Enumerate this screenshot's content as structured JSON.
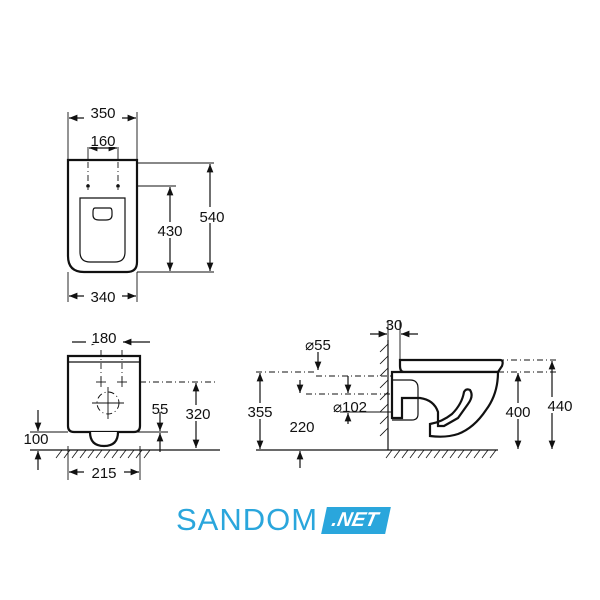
{
  "top_view": {
    "width_top": "350",
    "hole_spacing": "160",
    "depth_front": "430",
    "depth_total": "540",
    "width_bottom": "340"
  },
  "front_view": {
    "fixing_spacing": "180",
    "outlet_height": "55",
    "bowl_height": "320",
    "floor_clearance": "100",
    "base_width": "215"
  },
  "side_view": {
    "inlet_diameter": "⌀55",
    "wall_offset": "30",
    "outlet_diameter": "⌀102",
    "inlet_height": "355",
    "outlet_height": "220",
    "rim_height": "400",
    "total_height": "440"
  },
  "watermark": {
    "word": "SANDOM",
    "tld": ".NET",
    "color": "#2aa6dc"
  }
}
